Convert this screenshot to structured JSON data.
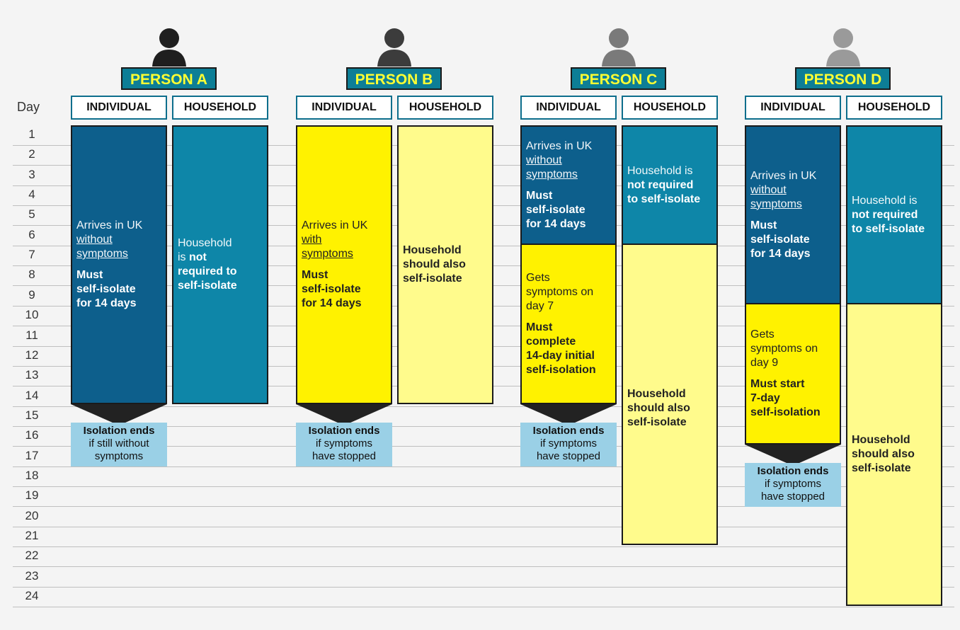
{
  "day_heading": "Day",
  "days": [
    "1",
    "2",
    "3",
    "4",
    "5",
    "6",
    "7",
    "8",
    "9",
    "10",
    "11",
    "12",
    "13",
    "14",
    "15",
    "16",
    "17",
    "18",
    "19",
    "20",
    "21",
    "22",
    "23",
    "24"
  ],
  "persons": [
    {
      "label": "PERSON A",
      "icon_color": "#1f1f1f",
      "individual_header": "INDIVIDUAL",
      "household_header": "HOUSEHOLD",
      "individual_lines": {
        "l1": "Arrives in UK",
        "l2": "without",
        "l3": "symptoms",
        "s1": "Must",
        "s2": "self-isolate",
        "s3": "for 14 days"
      },
      "household_lines": {
        "l1": "Household",
        "l2": "is ",
        "b1": "not",
        "b2": "required to",
        "b3": "self-isolate"
      },
      "end": {
        "title": "Isolation ends",
        "l1": "if still without",
        "l2": "symptoms"
      }
    },
    {
      "label": "PERSON B",
      "icon_color": "#3c3c3c",
      "individual_header": "INDIVIDUAL",
      "household_header": "HOUSEHOLD",
      "individual_lines": {
        "l1": "Arrives in UK",
        "l2": "with",
        "l3": "symptoms",
        "s1": "Must",
        "s2": "self-isolate",
        "s3": "for 14 days"
      },
      "household_lines": {
        "b1": "Household",
        "b2": "should also",
        "b3": "self-isolate"
      },
      "end": {
        "title": "Isolation ends",
        "l1": "if symptoms",
        "l2": "have stopped"
      }
    },
    {
      "label": "PERSON C",
      "icon_color": "#7a7a7a",
      "individual_header": "INDIVIDUAL",
      "household_header": "HOUSEHOLD",
      "individual_top": {
        "l1": "Arrives in UK",
        "l2": "without",
        "l3": "symptoms",
        "s1": "Must",
        "s2": "self-isolate",
        "s3": "for 14 days"
      },
      "individual_bottom": {
        "l1": "Gets",
        "l2": "symptoms on",
        "l3": "day 7",
        "s1": "Must",
        "s2": "complete",
        "s3": "14-day initial",
        "s4": "self-isolation"
      },
      "household_top": {
        "l1": "Household is",
        "b1": "not required",
        "b2": "to self-isolate"
      },
      "household_bottom": {
        "b1": "Household",
        "b2": "should also",
        "b3": "self-isolate"
      },
      "end": {
        "title": "Isolation ends",
        "l1": "if symptoms",
        "l2": "have stopped"
      }
    },
    {
      "label": "PERSON D",
      "icon_color": "#9a9a9a",
      "individual_header": "INDIVIDUAL",
      "household_header": "HOUSEHOLD",
      "individual_top": {
        "l1": "Arrives in UK",
        "l2": "without",
        "l3": "symptoms",
        "s1": "Must",
        "s2": "self-isolate",
        "s3": "for 14 days"
      },
      "individual_bottom": {
        "l1": "Gets",
        "l2": "symptoms on",
        "l3": "day 9",
        "s1": "Must start",
        "s2": "7-day",
        "s3": "self-isolation"
      },
      "household_top": {
        "l1": "Household is",
        "b1": "not required",
        "b2": "to self-isolate"
      },
      "household_bottom": {
        "b1": "Household",
        "b2": "should also",
        "b3": "self-isolate"
      },
      "end": {
        "title": "Isolation ends",
        "l1": "if symptoms",
        "l2": "have stopped"
      }
    }
  ]
}
